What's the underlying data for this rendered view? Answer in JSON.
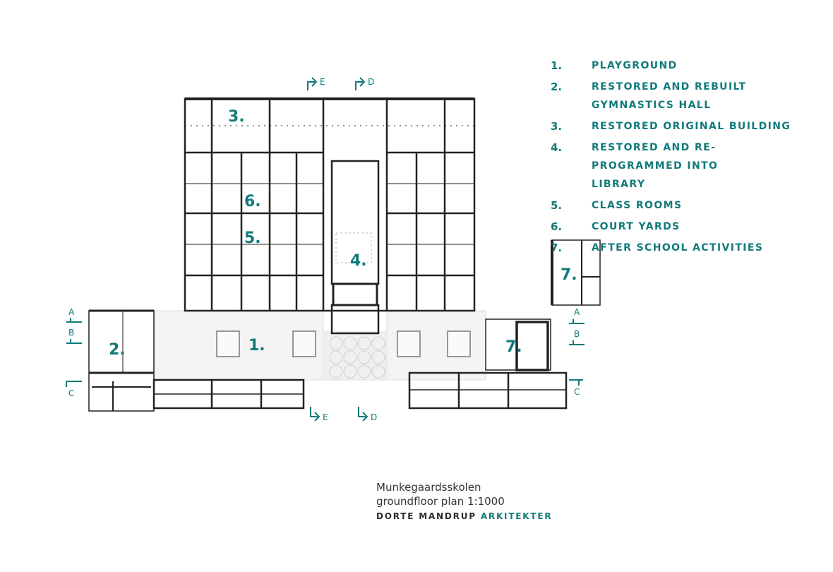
{
  "legend": [
    {
      "num": "1.",
      "label": "PLAYGROUND"
    },
    {
      "num": "2.",
      "label": "RESTORED AND REBUILT GYMNASTICS HALL"
    },
    {
      "num": "3.",
      "label": "RESTORED ORIGINAL BUILDING"
    },
    {
      "num": "4.",
      "label": "RESTORED AND RE-PROGRAMMED INTO LIBRARY"
    },
    {
      "num": "5.",
      "label": "CLASS ROOMS"
    },
    {
      "num": "6.",
      "label": "COURT YARDS"
    },
    {
      "num": "7.",
      "label": "AFTER SCHOOL ACTIVITIES"
    }
  ],
  "plan_numbers": {
    "n1": "1.",
    "n2": "2.",
    "n3": "3.",
    "n4": "4.",
    "n5": "5.",
    "n6": "6.",
    "n7a": "7.",
    "n7b": "7."
  },
  "section_marks": {
    "a": "A",
    "b": "B",
    "c": "C",
    "d": "D",
    "e": "E"
  },
  "caption": {
    "title": "Munkegaardsskolen",
    "subtitle": "groundfloor plan 1:1000",
    "firm_dark": "DORTE MANDRUP",
    "firm_accent": "ARKITEKTER"
  },
  "colors": {
    "accent": "#127a7a",
    "wall": "#222222"
  }
}
